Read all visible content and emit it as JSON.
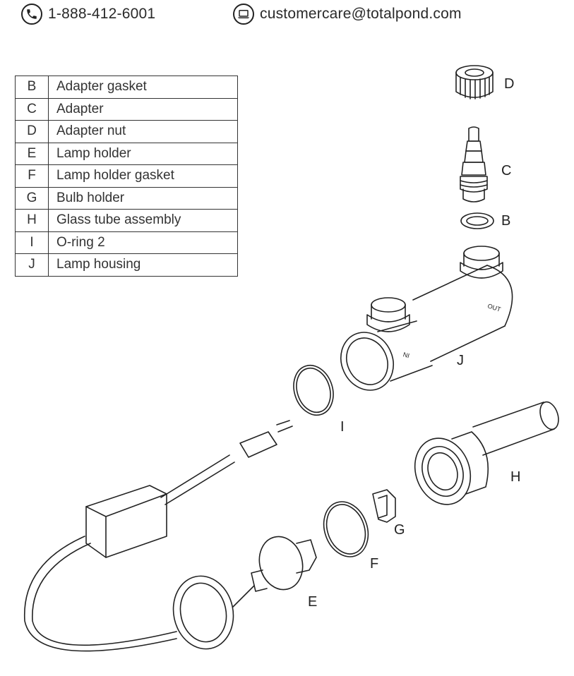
{
  "contact": {
    "phone_icon": "phone-icon",
    "phone": "1-888-412-6001",
    "email_icon": "laptop-icon",
    "email": "customercare@totalpond.com"
  },
  "parts": [
    {
      "key": "B",
      "name": "Adapter gasket"
    },
    {
      "key": "C",
      "name": "Adapter"
    },
    {
      "key": "D",
      "name": "Adapter nut"
    },
    {
      "key": "E",
      "name": "Lamp holder"
    },
    {
      "key": "F",
      "name": "Lamp holder gasket"
    },
    {
      "key": "G",
      "name": "Bulb holder"
    },
    {
      "key": "H",
      "name": "Glass tube assembly"
    },
    {
      "key": "I",
      "name": "O-ring 2"
    },
    {
      "key": "J",
      "name": "Lamp housing"
    }
  ],
  "diagram": {
    "labels": {
      "D": "D",
      "C": "C",
      "B": "B",
      "J": "J",
      "I": "I",
      "H": "H",
      "G": "G",
      "F": "F",
      "E": "E"
    },
    "housing_marks": {
      "in": "IN",
      "out": "OUT"
    }
  }
}
